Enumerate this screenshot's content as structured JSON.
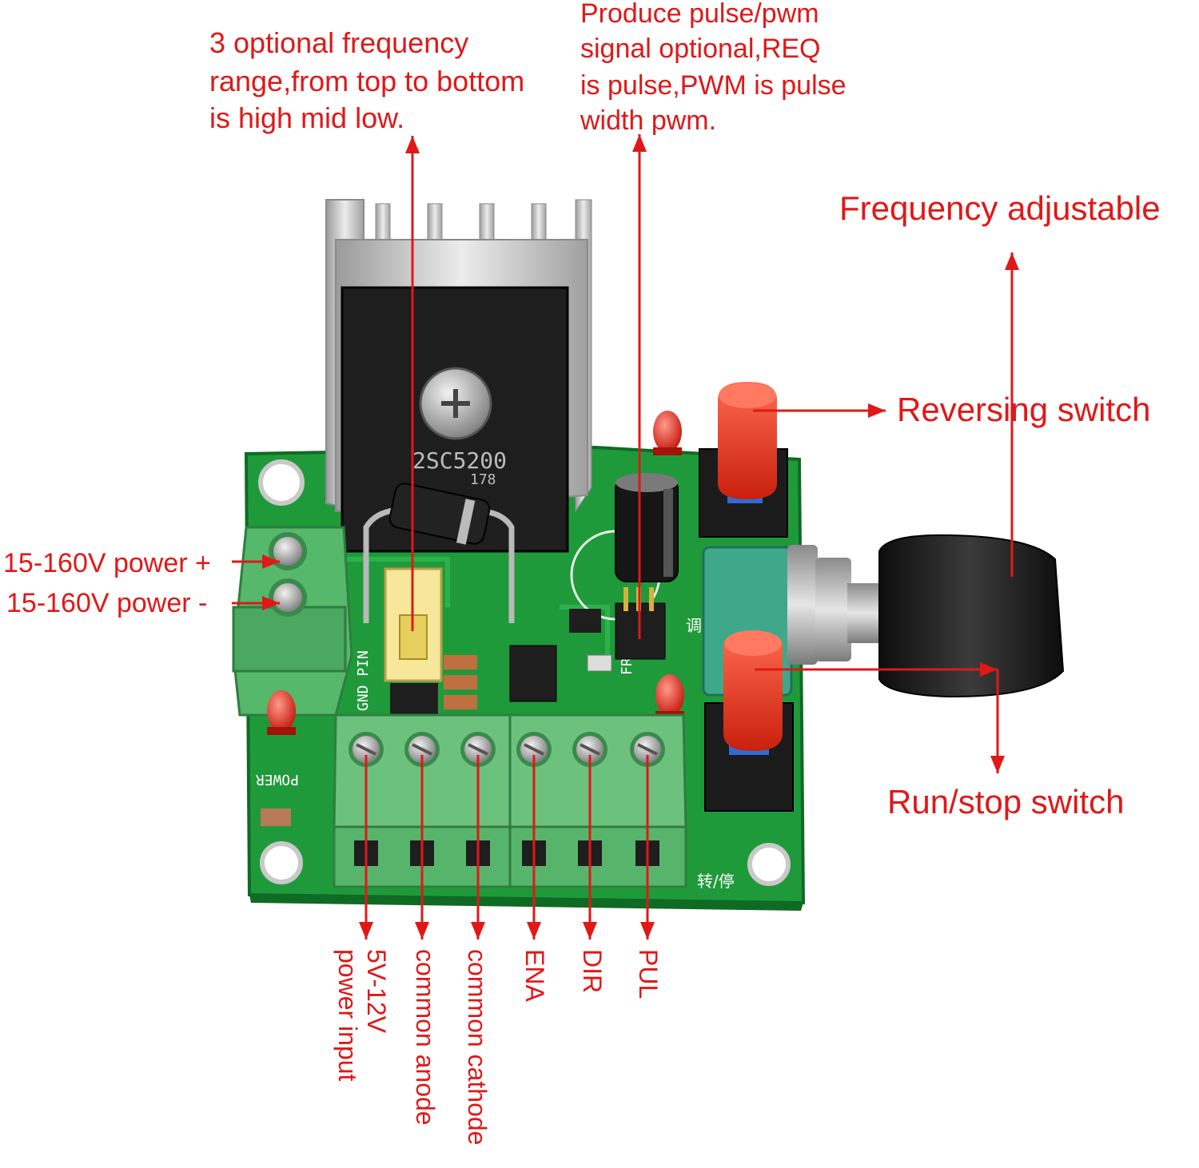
{
  "colors": {
    "label": "#e01818",
    "pcb": "#1f9a3a",
    "pcb_dark": "#147a2b",
    "terminal": "#55b86a",
    "cap": "#e8351f",
    "heatsink": "#c9c9c9",
    "knob": "#1e1e1e"
  },
  "labels": {
    "frequency_range": [
      "3 optional frequency",
      "range,from top to bottom",
      "is high mid low."
    ],
    "signal_mode": [
      "Produce pulse/pwm",
      "signal optional,REQ",
      "is pulse,PWM is pulse",
      "width pwm."
    ],
    "frequency_adjustable": "Frequency adjustable",
    "reversing_switch": "Reversing switch",
    "run_stop_switch": "Run/stop switch",
    "power_plus": "15-160V power +",
    "power_minus": "15-160V power -",
    "terminals": [
      [
        "5V-12V",
        "power input"
      ],
      [
        "common anode"
      ],
      [
        "common cathode"
      ],
      [
        "ENA"
      ],
      [
        "DIR"
      ],
      [
        "PUL"
      ]
    ]
  },
  "board": {
    "transistor_marking": "2SC5200",
    "transistor_sub_marking": "178",
    "silk_power": "POWER",
    "silk_gnd_pin": "GND PIN",
    "silk_freq": "FREQ",
    "silk_run": "转/停",
    "silk_speed": "调速"
  },
  "icons": [
    "screw-icon",
    "led-icon",
    "arrow-icon"
  ]
}
